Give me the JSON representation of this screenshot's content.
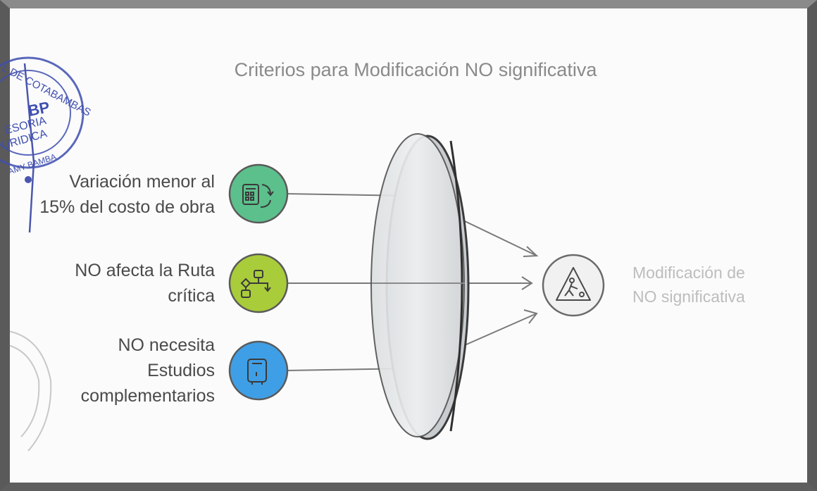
{
  "title": "Criterios para Modificación NO significativa",
  "criteria": [
    {
      "lines": [
        "Variación menor al",
        "15% del costo de obra"
      ],
      "color": "#5cc08c",
      "icon": "calculator-cycle-icon"
    },
    {
      "lines": [
        "NO afecta la Ruta",
        "crítica"
      ],
      "color": "#a9cc3a",
      "icon": "flowchart-icon"
    },
    {
      "lines": [
        "NO necesita",
        "Estudios",
        "complementarios"
      ],
      "color": "#3f9fe6",
      "icon": "document-box-icon"
    }
  ],
  "result": {
    "lines": [
      "Modificación de",
      "NO significativa"
    ],
    "icon": "construction-sign-icon"
  },
  "stamp": {
    "ring_text": "L DE COTABAMBAS",
    "inner_lines": [
      "BP",
      "ESORIA",
      "URIDICA"
    ],
    "bottom_text": "AMY BAMBA"
  }
}
